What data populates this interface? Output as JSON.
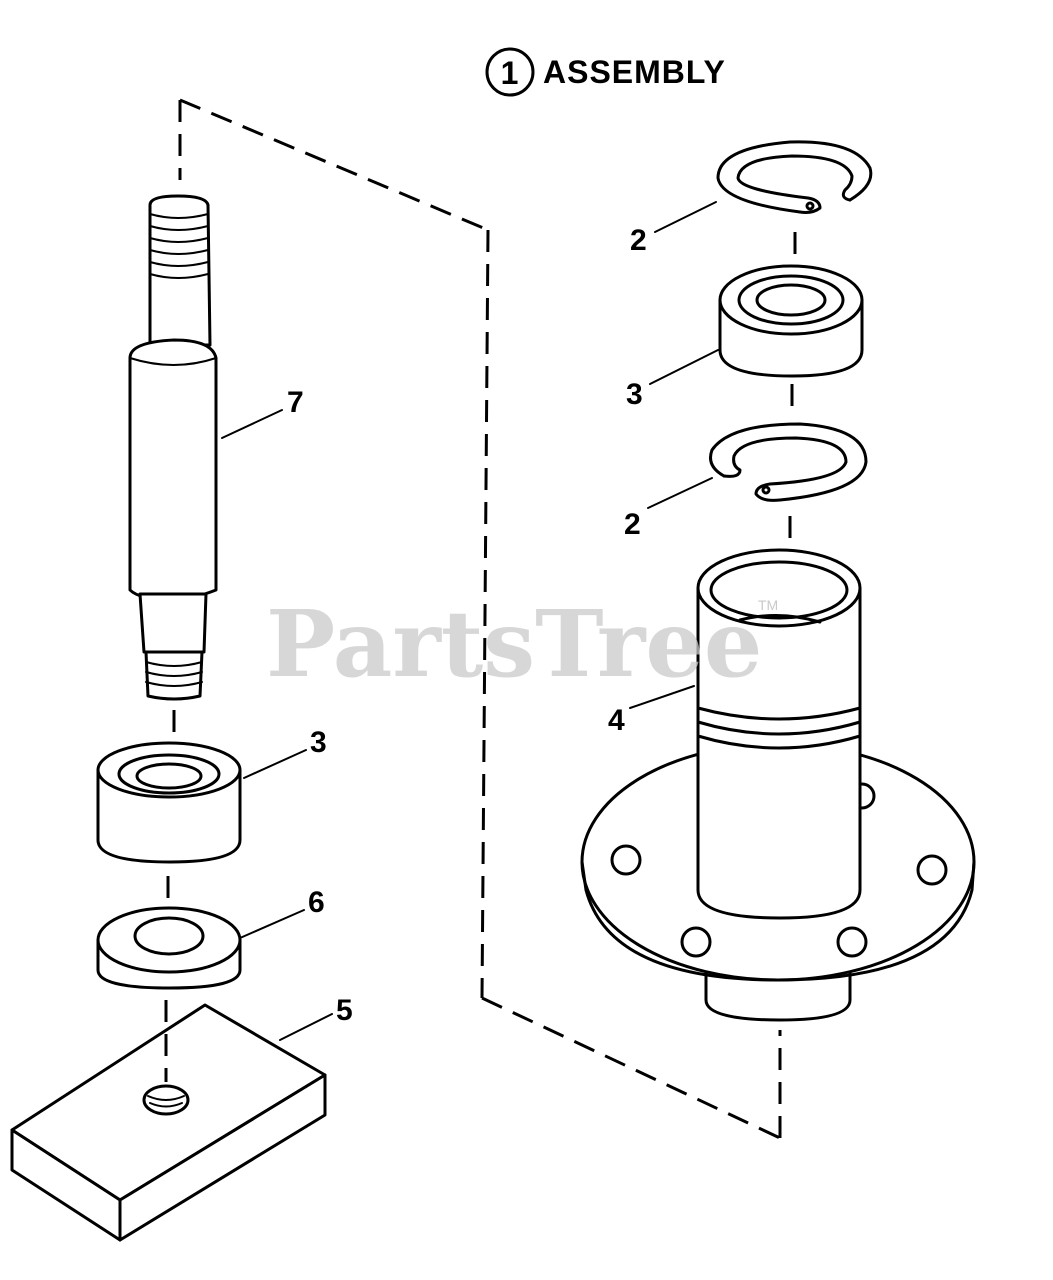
{
  "title": {
    "number": "1",
    "text": "ASSEMBLY"
  },
  "callouts": {
    "shaft": "7",
    "bearing_left": "3",
    "spacer": "6",
    "block": "5",
    "ring_top": "2",
    "bearing_right": "3",
    "ring_bottom": "2",
    "housing": "4"
  },
  "watermark": {
    "text": "PartsTree",
    "mark": "TM"
  }
}
